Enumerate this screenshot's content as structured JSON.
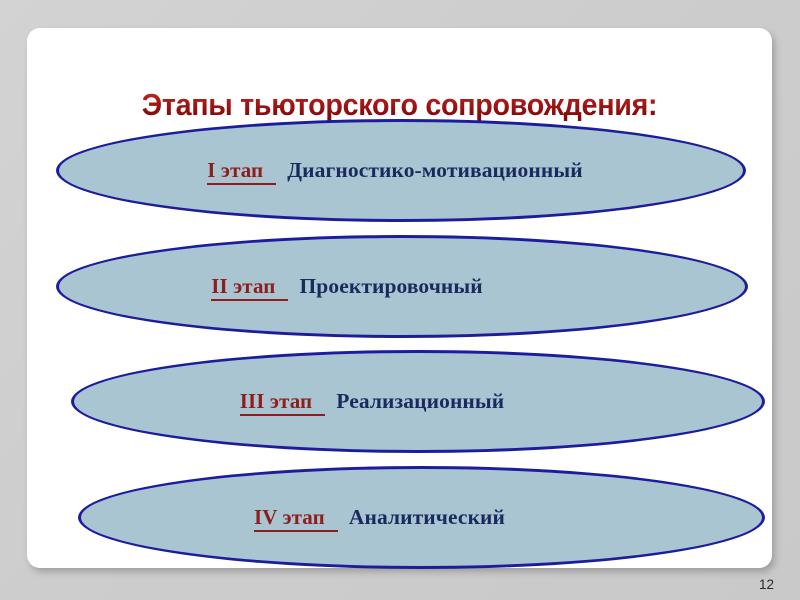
{
  "slide": {
    "title": "Этапы тьюторского сопровождения:",
    "page_number": "12",
    "colors": {
      "background": "#cecece",
      "card": "#ffffff",
      "title_text": "#a81616",
      "ellipse_fill": "#a9c5d1",
      "ellipse_border": "#1c1c9c",
      "stage_number_text": "#8f1d1d",
      "stage_name_text": "#1b2a5e"
    },
    "stages": [
      {
        "number": "I этап",
        "name": "Диагностико-мотивационный"
      },
      {
        "number": "II этап",
        "name": "Проектировочный"
      },
      {
        "number": "III этап",
        "name": "Реализационный"
      },
      {
        "number": "IV этап",
        "name": "Аналитический"
      }
    ]
  }
}
